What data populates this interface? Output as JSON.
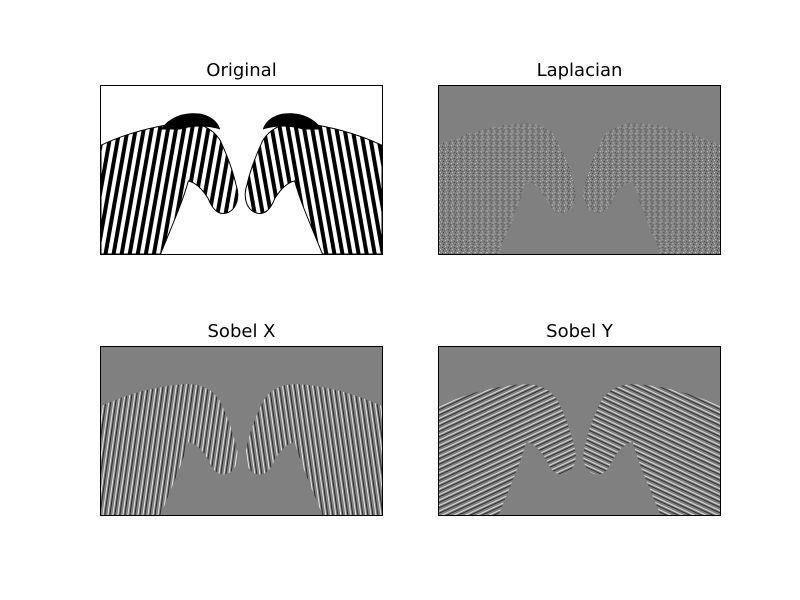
{
  "panels": [
    {
      "title": "Original"
    },
    {
      "title": "Laplacian"
    },
    {
      "title": "Sobel X"
    },
    {
      "title": "Sobel Y"
    }
  ]
}
